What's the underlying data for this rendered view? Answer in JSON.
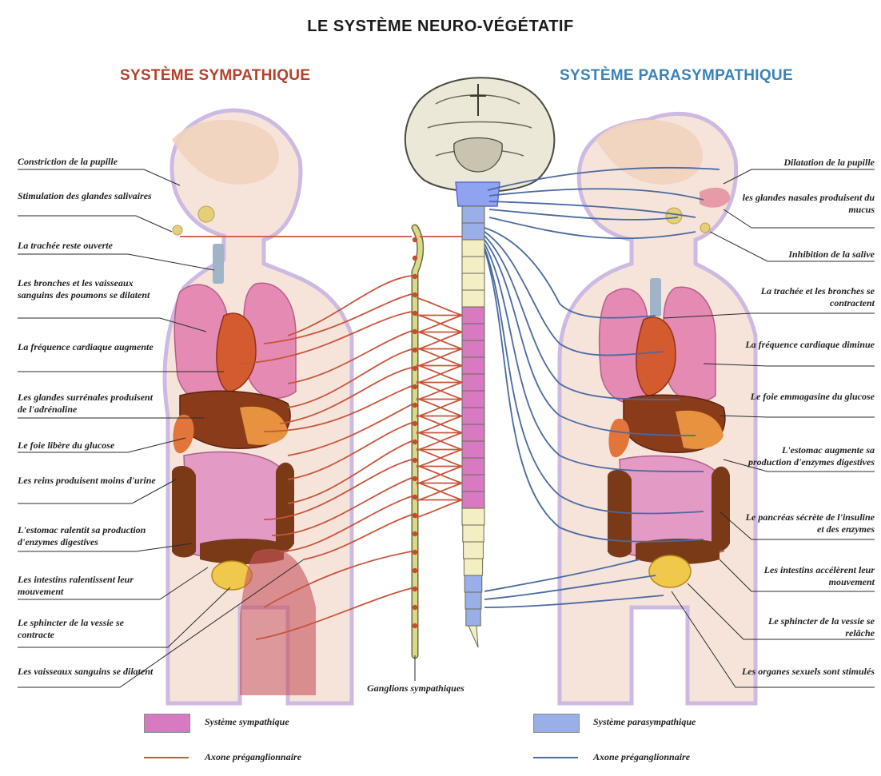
{
  "title": "LE SYSTÈME NEURO-VÉGÉTATIF",
  "sympathetic": {
    "title": "SYSTÈME SYMPATHIQUE",
    "labels": [
      "Constriction de la pupille",
      "Stimulation des glandes salivaires",
      "La trachée reste ouverte",
      "Les bronches et les vaisseaux sanguins des poumons se dilatent",
      "La fréquence cardiaque augmente",
      "Les glandes surrénales produisent de l'adrénaline",
      "Le foie libère du glucose",
      "Les reins produisent moins d'urine",
      "L'estomac ralentit sa production d'enzymes digestives",
      "Les intestins ralentissent leur mouvement",
      "Le sphincter de la vessie se contracte",
      "Les vaisseaux sanguins se dilatent"
    ]
  },
  "parasympathetic": {
    "title": "SYSTÈME PARASYMPATHIQUE",
    "labels": [
      "Dilatation de la pupille",
      "les glandes nasales produisent du mucus",
      "Inhibition de la salive",
      "La trachée et les bronches se contractent",
      "La fréquence cardiaque diminue",
      "Le foie emmagasine du glucose",
      "L'estomac augmente sa production d'enzymes digestives",
      "Le pancréas sécrète de l'insuline et des enzymes",
      "Les intestins accélèrent leur mouvement",
      "Le sphincter de la vessie se relâche",
      "Les organes sexuels sont stimulés"
    ]
  },
  "ganglia_label": "Ganglions sympathiques",
  "legend": {
    "sym_box": "Système sympathique",
    "sym_line": "Axone préganglionnaire",
    "para_box": "Système parasympathique",
    "para_line": "Axone préganglionnaire"
  },
  "colors": {
    "sympathetic": "#c8553a",
    "parasympathetic": "#4a6aa0",
    "sym_segment": "#d77ac2",
    "para_segment": "#9aaee8",
    "body_outline": "#c7b3e0",
    "body_fill": "#f6e2d8"
  }
}
